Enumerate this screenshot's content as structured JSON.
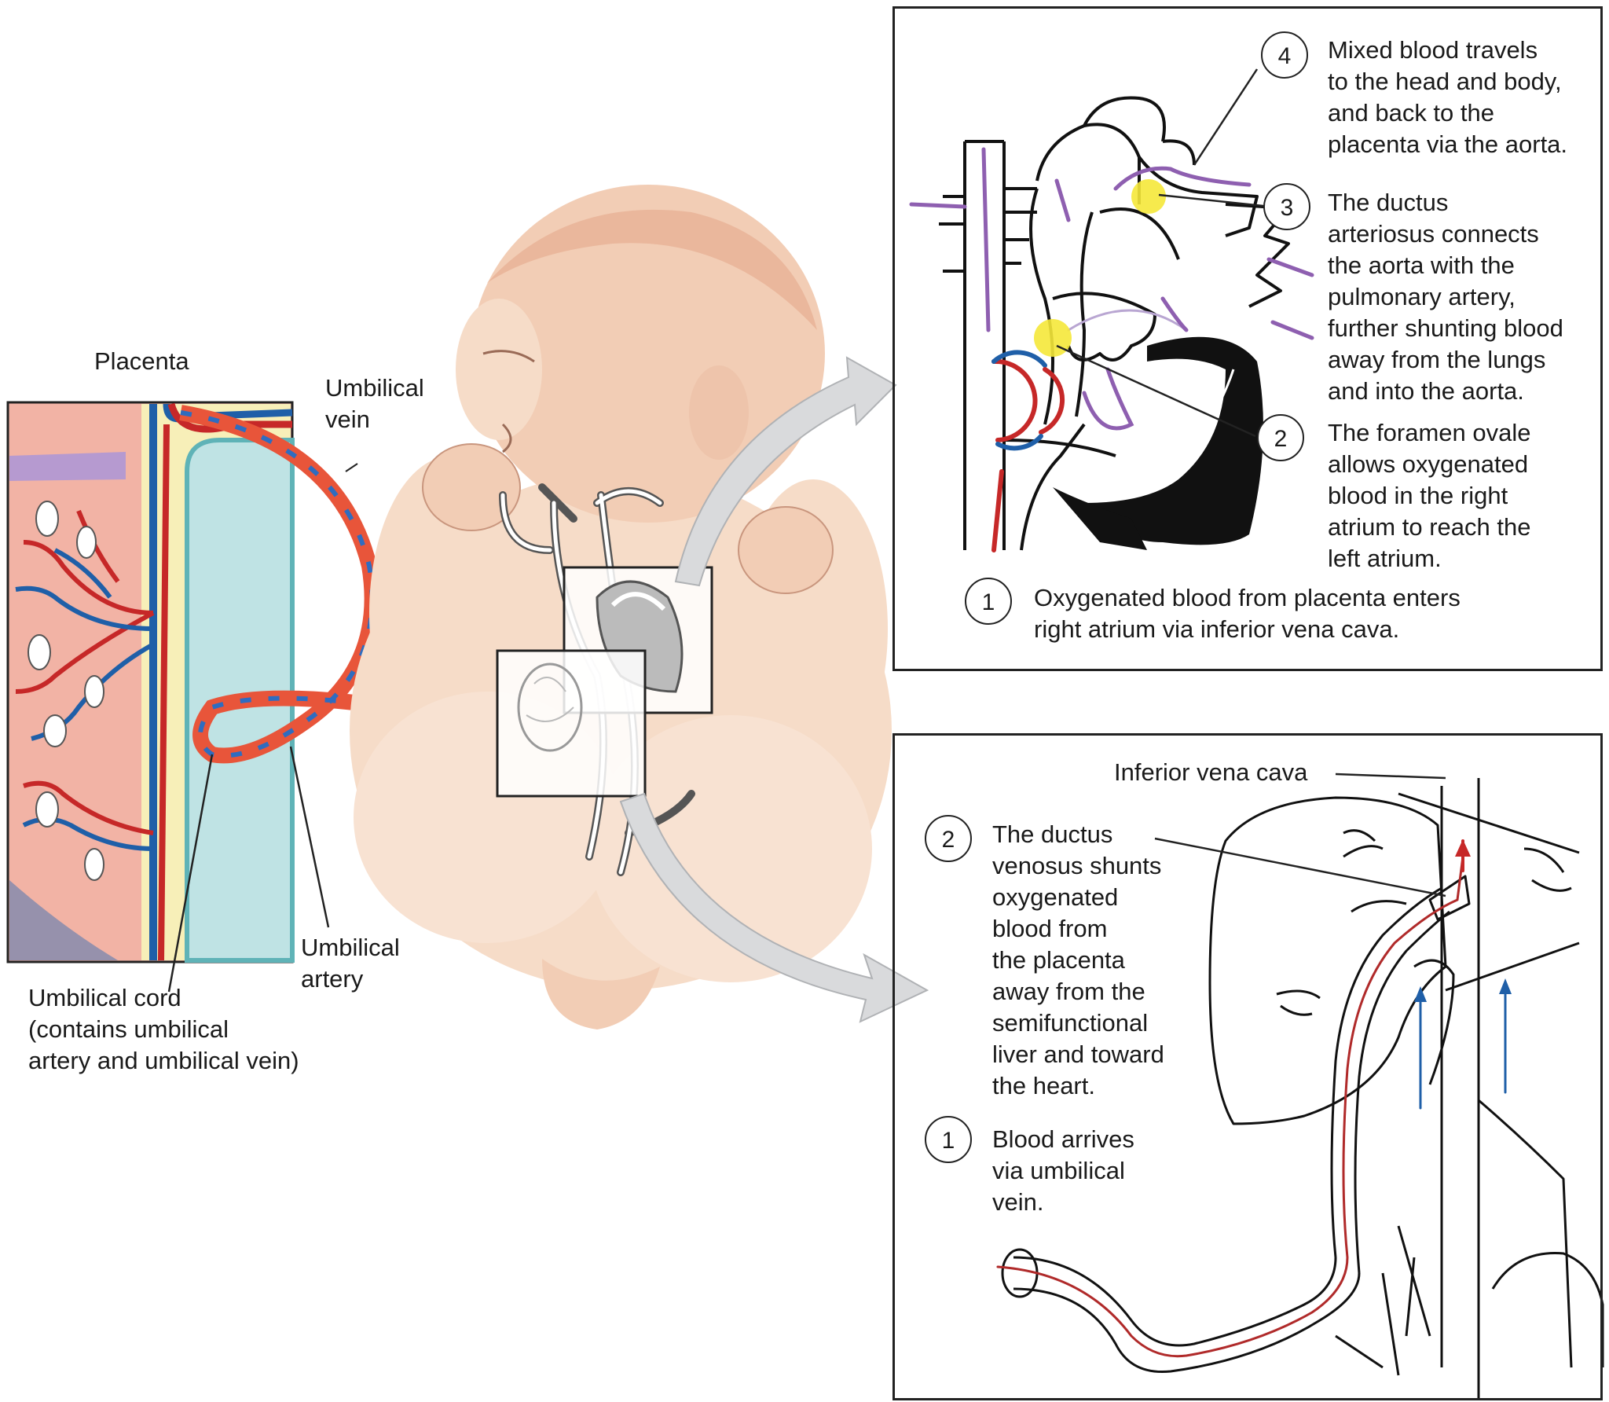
{
  "labels": {
    "placenta": "Placenta",
    "umbilical_vein": [
      "Umbilical",
      "vein"
    ],
    "umbilical_artery": [
      "Umbilical",
      "artery"
    ],
    "umbilical_cord": [
      "Umbilical cord",
      "(contains umbilical",
      "artery and umbilical vein)"
    ]
  },
  "heart_panel": {
    "steps": [
      {
        "number": "4",
        "lines": [
          "Mixed blood travels",
          "to the head and body,",
          "and back to the",
          "placenta via the aorta."
        ]
      },
      {
        "number": "3",
        "lines": [
          "The ductus",
          "arteriosus connects",
          "the aorta with the",
          "pulmonary artery,",
          "further shunting blood",
          "away from the lungs",
          "and into the aorta."
        ]
      },
      {
        "number": "2",
        "lines": [
          "The foramen ovale",
          "allows oxygenated",
          "blood in the right",
          "atrium to reach the",
          "left atrium."
        ]
      },
      {
        "number": "1",
        "lines": [
          "Oxygenated blood from placenta enters",
          "right atrium via inferior vena cava."
        ]
      }
    ]
  },
  "liver_panel": {
    "ivc_label": "Inferior vena cava",
    "steps": [
      {
        "number": "2",
        "lines": [
          "The ductus",
          "venosus shunts",
          "oxygenated",
          "blood from",
          "the placenta",
          "away from the",
          "semifunctional",
          "liver and toward",
          "the heart."
        ]
      },
      {
        "number": "1",
        "lines": [
          "Blood arrives",
          "via umbilical",
          "vein."
        ]
      }
    ]
  },
  "colors": {
    "oxygenated": "#c62828",
    "deoxygenated": "#1f5fa8",
    "mixed": "#8e5fb0",
    "skin": "#f6dcc8",
    "skin_shadow": "#e9b9a0",
    "highlight": "#f5e83a"
  }
}
